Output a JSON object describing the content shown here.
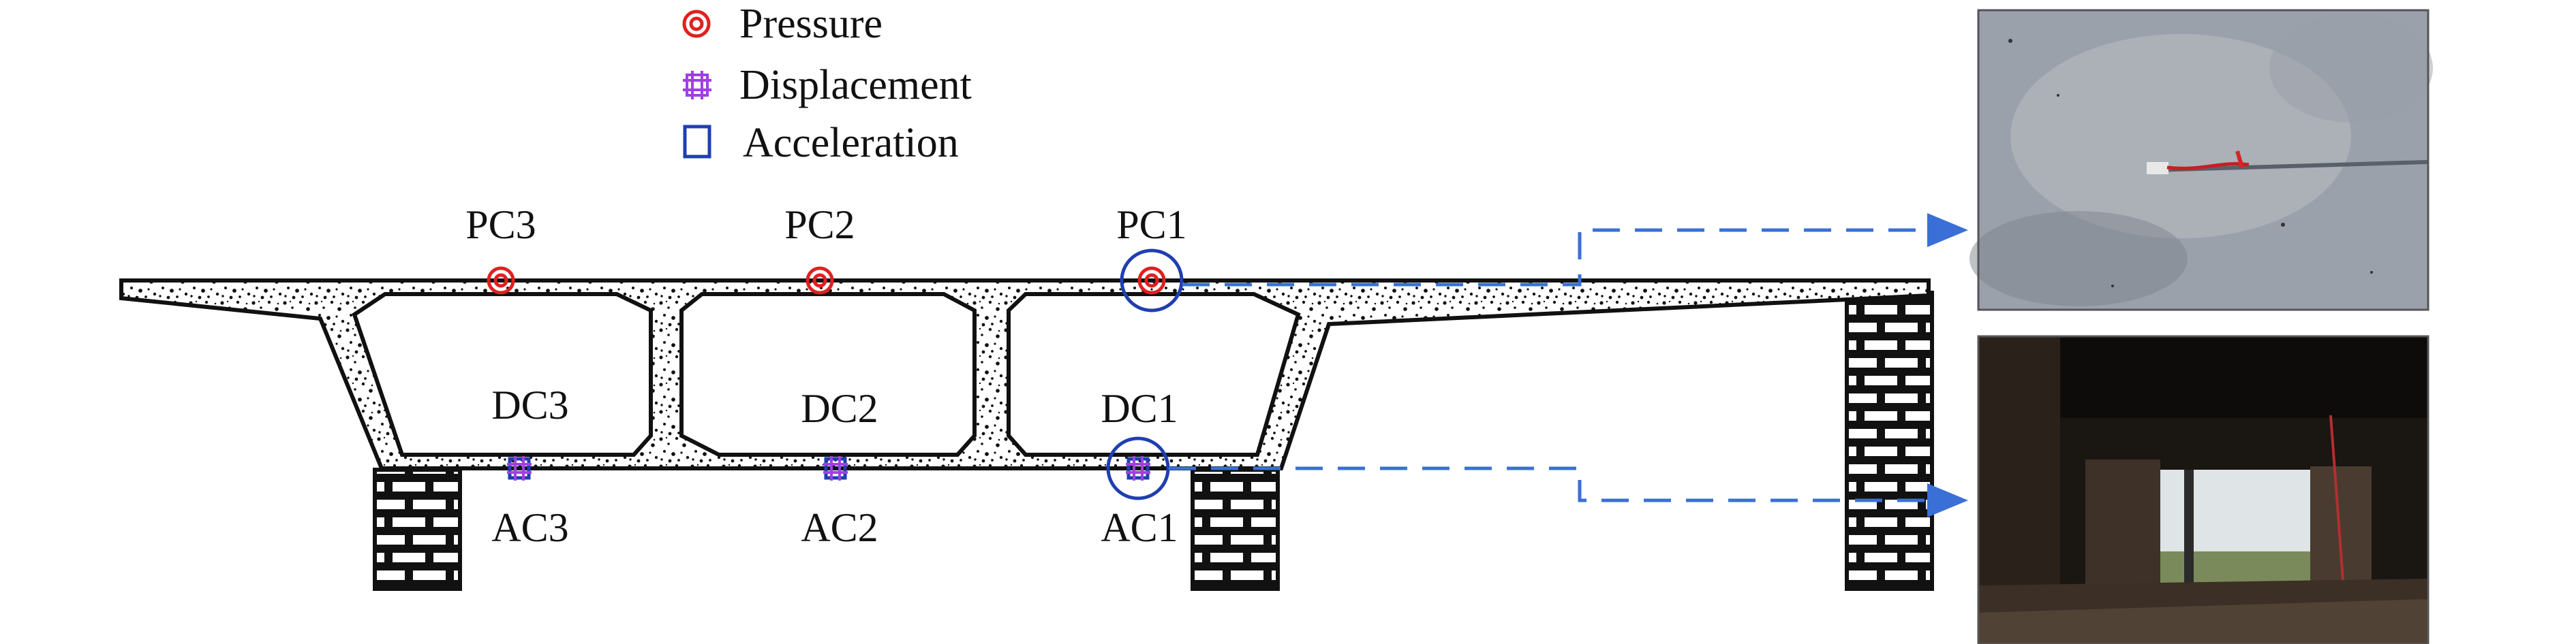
{
  "legend": {
    "pressure": "Pressure",
    "displacement": "Displacement",
    "acceleration": "Acceleration"
  },
  "sensors": {
    "pressure": [
      "PC3",
      "PC2",
      "PC1"
    ],
    "displacement": [
      "DC3",
      "DC2",
      "DC1"
    ],
    "acceleration": [
      "AC3",
      "AC2",
      "AC1"
    ]
  },
  "colors": {
    "pressure": "#e02020",
    "displacement": "#a040e0",
    "acceleration": "#1f3fb0",
    "leader": "#3a6fd8",
    "structure": "#111111"
  },
  "photos": {
    "top": {
      "description_icon": "photo-pressure-sensor-icon"
    },
    "bottom": {
      "description_icon": "photo-under-bridge-icon"
    }
  }
}
